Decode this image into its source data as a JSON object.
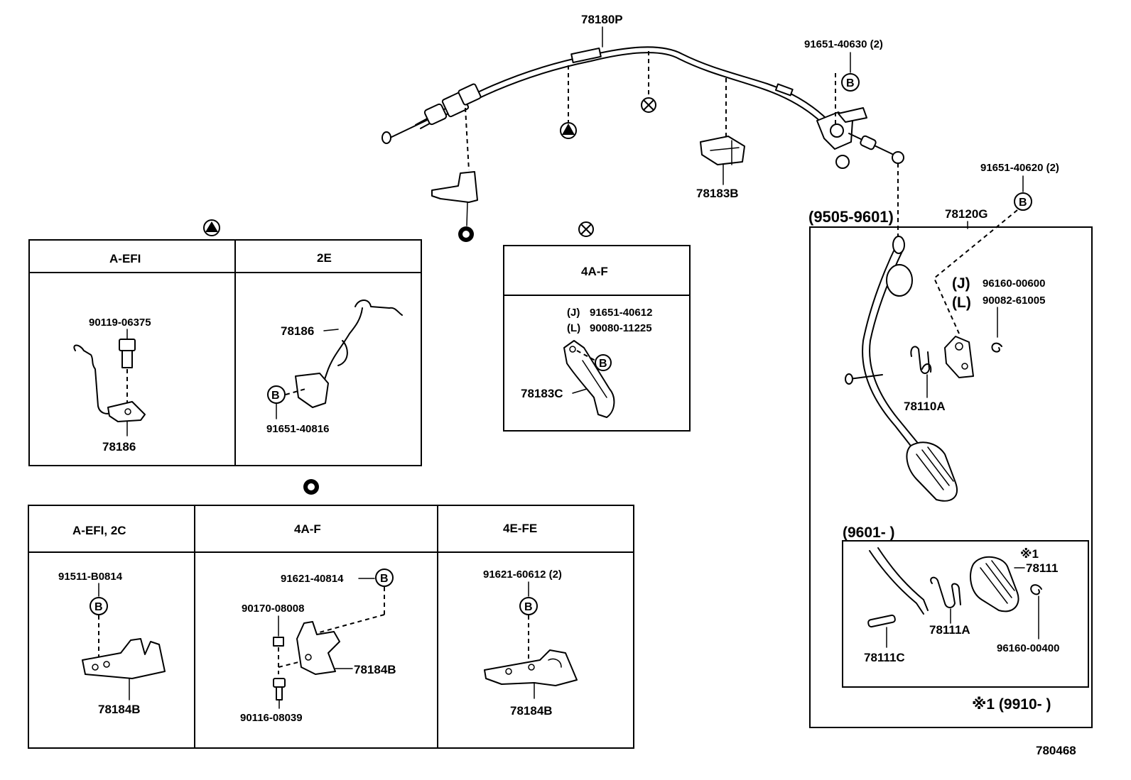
{
  "diagram_id": "780468",
  "labels": {
    "cable": "78180P",
    "clamp_b": "78183B",
    "bolt_top": "91651-40630 (2)",
    "bolt_right": "91651-40620 (2)",
    "pedal_range_1": "(9505-9601)",
    "pedal_assy": "78120G",
    "clip_j": "96160-00600",
    "clip_l": "90082-61005",
    "spring_a": "78110A",
    "pedal_range_2": "(9601-     )",
    "note_mark": "※1",
    "pedal_pad": "78111",
    "spring_b": "78111A",
    "pin": "78111C",
    "clip_b": "96160-00400",
    "note_range": "※1 (9910-     )"
  },
  "tags": {
    "j": "(J)",
    "l": "(L)",
    "bolt": "B"
  },
  "table_triangle": {
    "col1": "A-EFI",
    "col2": "2E",
    "bolt1": "90119-06375",
    "bracket1": "78186",
    "bracket2": "78186",
    "bolt2": "91651-40816"
  },
  "table_cross": {
    "col1": "4A-F",
    "bolt_j": "91651-40612",
    "bolt_l": "90080-11225",
    "clamp": "78183C"
  },
  "table_circle": {
    "col1": "A-EFI, 2C",
    "col2": "4A-F",
    "col3": "4E-FE",
    "bolt1": "91511-B0814",
    "bracket1": "78184B",
    "bolt2": "91621-40814",
    "nut": "90170-08008",
    "bracket2": "78184B",
    "bolt3": "90116-08039",
    "bolt4": "91621-60612 (2)",
    "bracket3": "78184B"
  }
}
